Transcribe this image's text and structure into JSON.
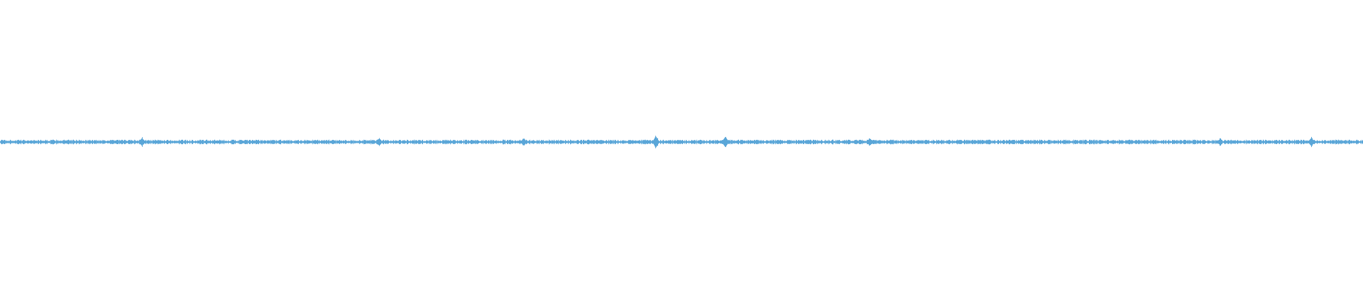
{
  "waveform": {
    "color": "#5aa6d8",
    "background": "#ffffff",
    "sample_count": 1920,
    "base_amplitude": 0.006,
    "peaks": [
      {
        "position": 0.104,
        "amplitude": 0.018
      },
      {
        "position": 0.278,
        "amplitude": 0.016
      },
      {
        "position": 0.384,
        "amplitude": 0.017
      },
      {
        "position": 0.481,
        "amplitude": 0.028
      },
      {
        "position": 0.532,
        "amplitude": 0.022
      },
      {
        "position": 0.638,
        "amplitude": 0.016
      },
      {
        "position": 0.895,
        "amplitude": 0.016
      },
      {
        "position": 0.962,
        "amplitude": 0.018
      }
    ]
  }
}
